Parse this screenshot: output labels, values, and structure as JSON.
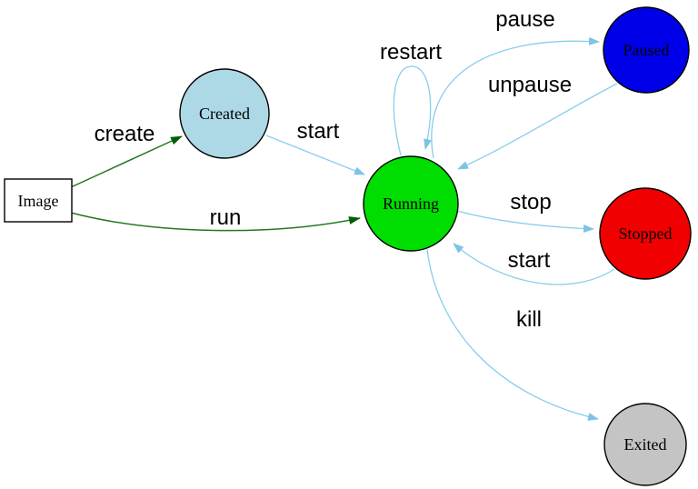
{
  "diagram": {
    "background": "#ffffff",
    "edge_colors": {
      "transition": "#87ceeb",
      "creation": "#227722"
    },
    "nodes": [
      {
        "id": "image",
        "label": "Image",
        "shape": "rectangle",
        "fill": "#ffffff",
        "stroke": "#0000cc"
      },
      {
        "id": "created",
        "label": "Created",
        "shape": "circle",
        "fill": "#add8e6",
        "stroke": "#000000"
      },
      {
        "id": "running",
        "label": "Running",
        "shape": "circle",
        "fill": "#00dd00",
        "stroke": "#000000"
      },
      {
        "id": "paused",
        "label": "Paused",
        "shape": "circle",
        "fill": "#0000e8",
        "stroke": "#000000"
      },
      {
        "id": "stopped",
        "label": "Stopped",
        "shape": "circle",
        "fill": "#f00000",
        "stroke": "#000000"
      },
      {
        "id": "exited",
        "label": "Exited",
        "shape": "circle",
        "fill": "#c4c4c4",
        "stroke": "#000000"
      }
    ],
    "edges": [
      {
        "label": "create",
        "from": "image",
        "to": "running-created",
        "color": "#227722"
      },
      {
        "label": "run",
        "from": "image",
        "to": "running",
        "color": "#227722"
      },
      {
        "label": "start",
        "from": "created",
        "to": "running",
        "color": "#87ceeb"
      },
      {
        "label": "restart",
        "from": "running",
        "to": "running",
        "color": "#87ceeb"
      },
      {
        "label": "pause",
        "from": "running",
        "to": "paused",
        "color": "#87ceeb"
      },
      {
        "label": "unpause",
        "from": "paused",
        "to": "running",
        "color": "#87ceeb"
      },
      {
        "label": "stop",
        "from": "running",
        "to": "stopped",
        "color": "#87ceeb"
      },
      {
        "label": "start",
        "from": "stopped",
        "to": "running",
        "color": "#87ceeb"
      },
      {
        "label": "kill",
        "from": "running",
        "to": "exited",
        "color": "#87ceeb"
      }
    ]
  }
}
